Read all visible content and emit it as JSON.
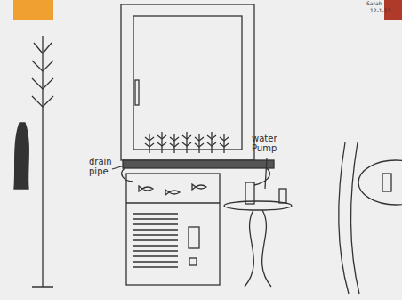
{
  "diagram": {
    "labels": [
      "drain pipe",
      "water Pump",
      "Sarah",
      "12-1-13"
    ]
  }
}
